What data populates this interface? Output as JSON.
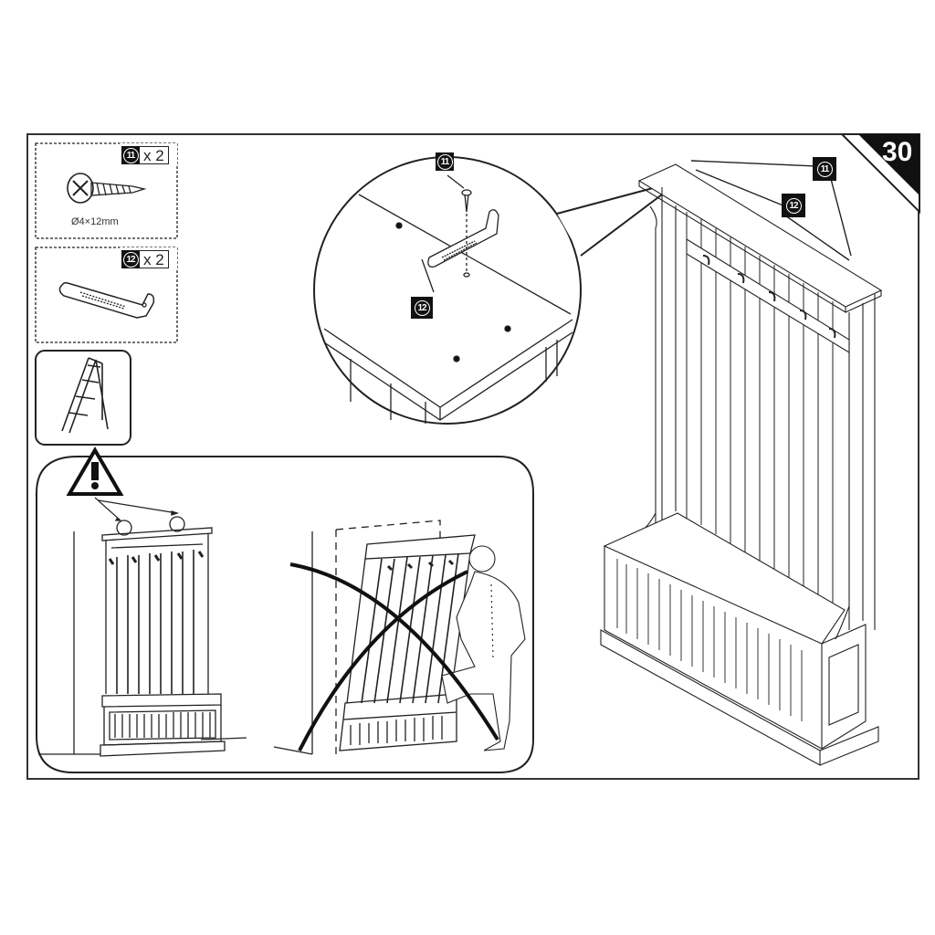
{
  "page": {
    "step_number": "30",
    "colors": {
      "ink": "#222222",
      "badge": "#111111",
      "paper": "#ffffff"
    }
  },
  "parts": [
    {
      "id": "11",
      "quantity_label": "x 2",
      "name": "screw",
      "dimension": "Ø4×12mm",
      "icon": "screw-icon"
    },
    {
      "id": "12",
      "quantity_label": "x 2",
      "name": "anti-tip bracket",
      "icon": "l-bracket-icon"
    }
  ],
  "tools": [
    {
      "name": "step-ladder",
      "icon": "ladder-icon"
    }
  ],
  "detail_view": {
    "callouts": [
      {
        "id": "11",
        "target": "screw"
      },
      {
        "id": "12",
        "target": "bracket"
      }
    ]
  },
  "main_view": {
    "callouts": [
      {
        "id": "11",
        "target": "screws"
      },
      {
        "id": "12",
        "target": "brackets"
      }
    ]
  },
  "warning": {
    "icon": "warning-icon",
    "panels": [
      {
        "state": "correct",
        "description": "hall tree secured against wall with brackets"
      },
      {
        "state": "incorrect",
        "description": "person stepping on bench causing unit to tip",
        "mark": "x-mark"
      }
    ]
  }
}
